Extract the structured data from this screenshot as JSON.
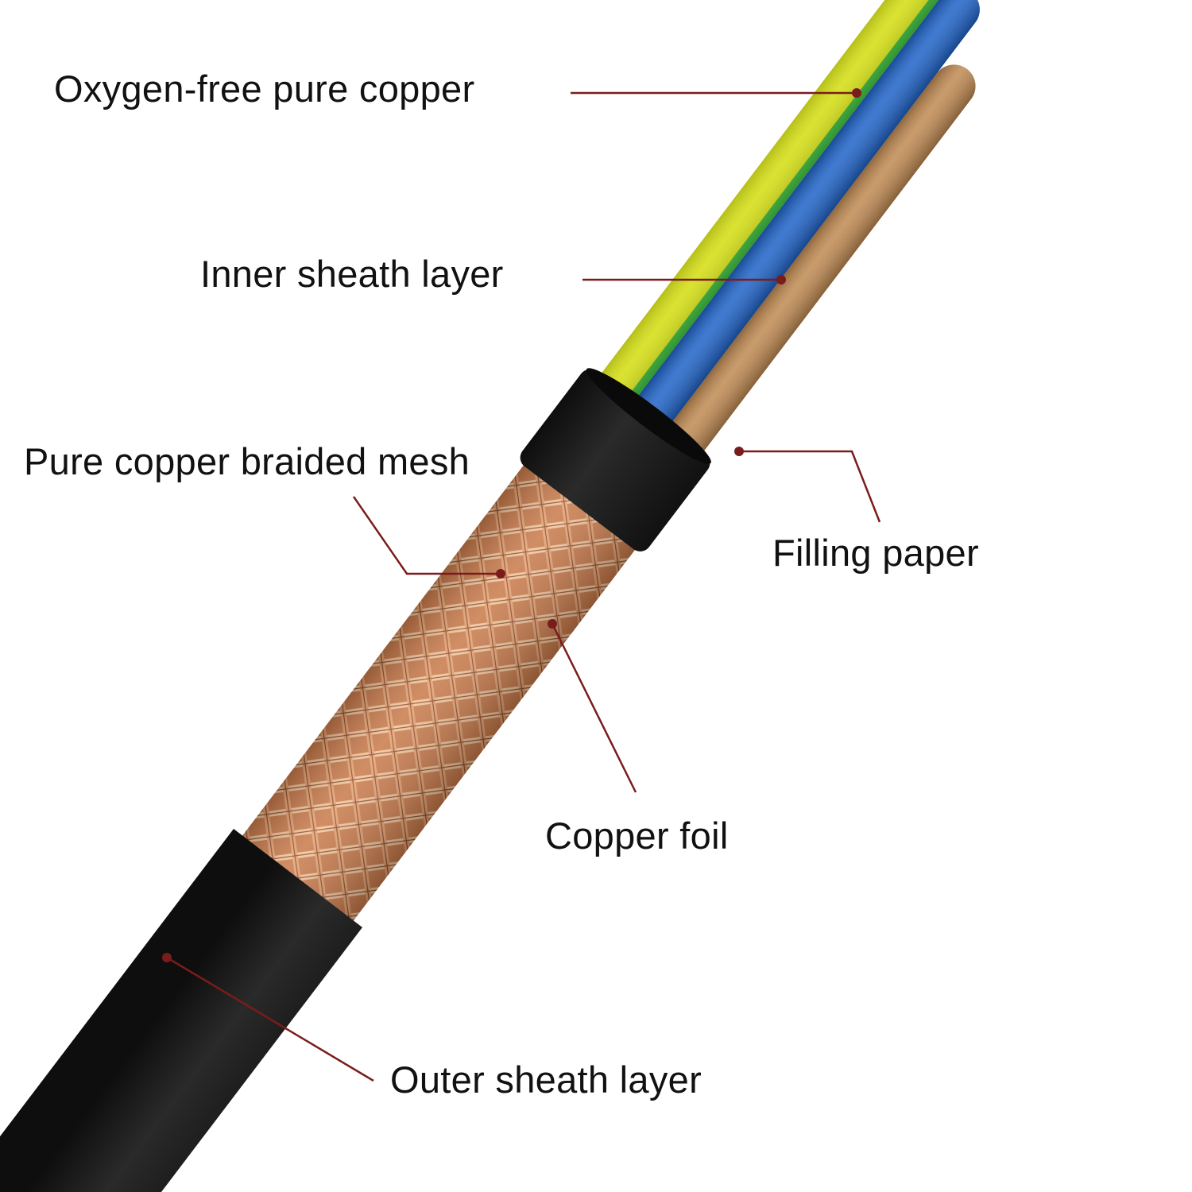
{
  "labels": {
    "oxygen_free_copper": "Oxygen-free pure copper",
    "inner_sheath": "Inner sheath layer",
    "braided_mesh": "Pure copper braided mesh",
    "filling_paper": "Filling paper",
    "copper_foil": "Copper foil",
    "outer_sheath": "Outer sheath layer"
  },
  "colors": {
    "leader_line": "#7a1c1c",
    "sheath": "#1c1c1c",
    "wire_earth": "#d6e01e",
    "wire_earth_stripe": "#3cb43c",
    "wire_live": "#1f63c8",
    "wire_neutral": "#c08a52",
    "braid": "#d9935f"
  }
}
